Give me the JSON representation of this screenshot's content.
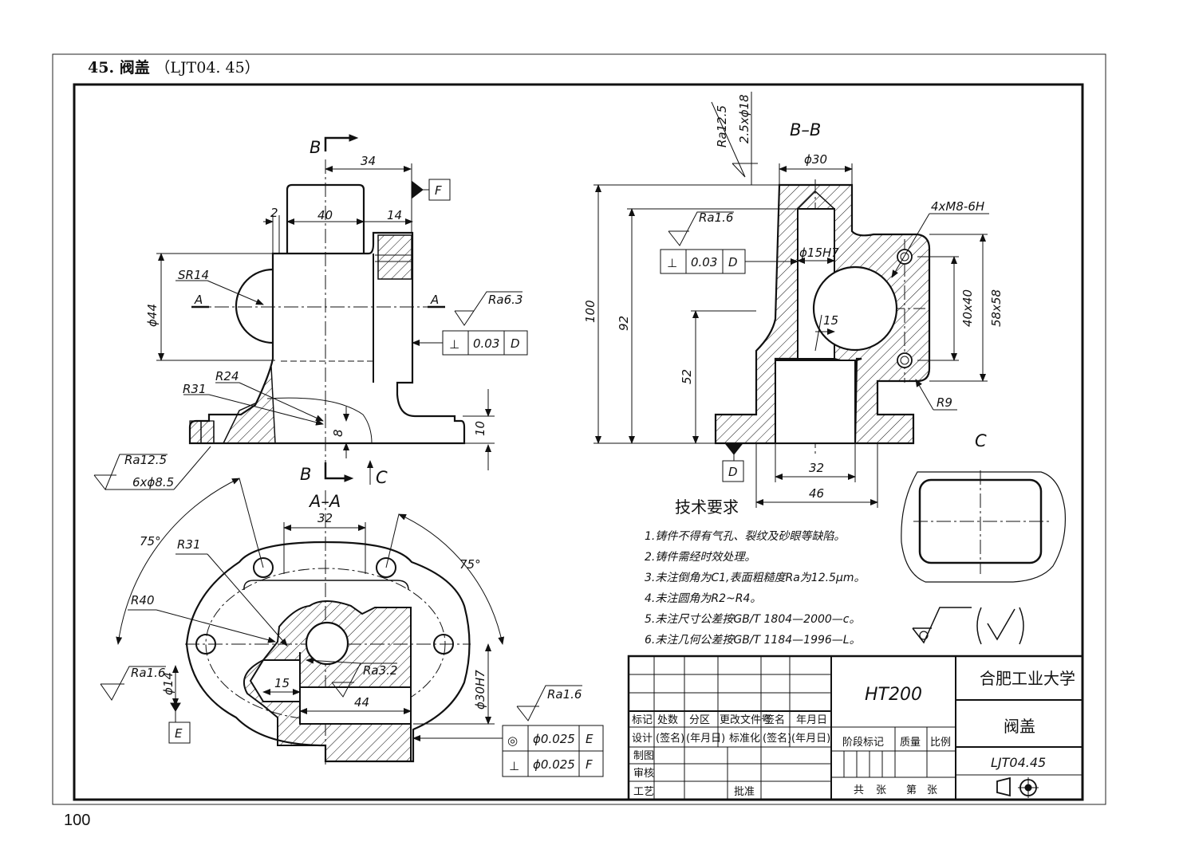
{
  "heading": {
    "number": "45.",
    "title": "阀盖",
    "code": "（LJT04. 45）"
  },
  "page_number": "100",
  "front_view": {
    "section_marker": "B",
    "section_marker_bottom": "B",
    "dims": {
      "d34": "34",
      "d40": "40",
      "d14": "14",
      "d2": "2",
      "sr14": "SR14",
      "dia44": "ϕ44",
      "r24": "R24",
      "r31": "R31",
      "d8": "8",
      "d10": "10",
      "a_left": "A",
      "a_right": "A",
      "c_arrow": "C",
      "f_box": "F"
    },
    "roughness_face": "Ra6.3",
    "tolerance": {
      "symbol": "⊥",
      "value": "0.03",
      "datum": "D"
    },
    "holes_roughness": "Ra12.5",
    "holes_note": "6xϕ8.5"
  },
  "section_bb": {
    "title": "B–B",
    "dims": {
      "dia30": "ϕ30",
      "d100": "100",
      "d92": "92",
      "d52": "52",
      "dia15h7": "ϕ15H7",
      "d15": "15",
      "d32": "32",
      "d46": "46",
      "thread": "4xM8-6H",
      "d40x40": "40x40",
      "d58x58": "58x58",
      "r9": "R9",
      "datum_d": "D"
    },
    "top_roughness": "Ra12.5",
    "chamfer_note": "2.5xϕ18",
    "bore_roughness": "Ra1.6",
    "tolerance": {
      "symbol": "⊥",
      "value": "0.03",
      "datum": "D"
    }
  },
  "section_aa": {
    "title": "A–A",
    "dims": {
      "d32": "32",
      "angle_left": "75°",
      "angle_right": "75°",
      "r31": "R31",
      "r40": "R40",
      "dia14": "ϕ14",
      "d15": "15",
      "d44": "44",
      "dia30h7": "ϕ30H7",
      "datum_e": "E"
    },
    "left_roughness": "Ra1.6",
    "mid_roughness": "Ra3.2",
    "right_roughness": "Ra1.6",
    "tolerances": [
      {
        "symbol": "◎",
        "value": "ϕ0.025",
        "datum": "E"
      },
      {
        "symbol": "⊥",
        "value": "ϕ0.025",
        "datum": "F"
      }
    ]
  },
  "view_c": {
    "title": "C"
  },
  "tech_requirements": {
    "title": "技术要求",
    "items": [
      "1.铸件不得有气孔、裂纹及砂眼等缺陷。",
      "2.铸件需经时效处理。",
      "3.未注倒角为C1,表面粗糙度Ra为12.5μm。",
      "4.未注圆角为R2~R4。",
      "5.未注尺寸公差按GB/T 1804—2000—c。",
      "6.未注几何公差按GB/T 1184—1996—L。"
    ]
  },
  "title_block": {
    "material": "HT200",
    "school": "合肥工业大学",
    "part_name": "阀盖",
    "drawing_no": "LJT04.45",
    "row_headers": [
      "标记",
      "处数",
      "分区",
      "更改文件号",
      "签名",
      "年月日"
    ],
    "design_row": [
      "设计",
      "(签名)",
      "(年月日)",
      "标准化",
      "(签名)",
      "(年月日)"
    ],
    "labels": {
      "draw": "制图",
      "check": "审核",
      "process": "工艺",
      "approve": "批准"
    },
    "stage_label": "阶段标记",
    "mass_label": "质量",
    "scale_label": "比例",
    "sheets": [
      "共",
      "张",
      "第",
      "张"
    ]
  }
}
